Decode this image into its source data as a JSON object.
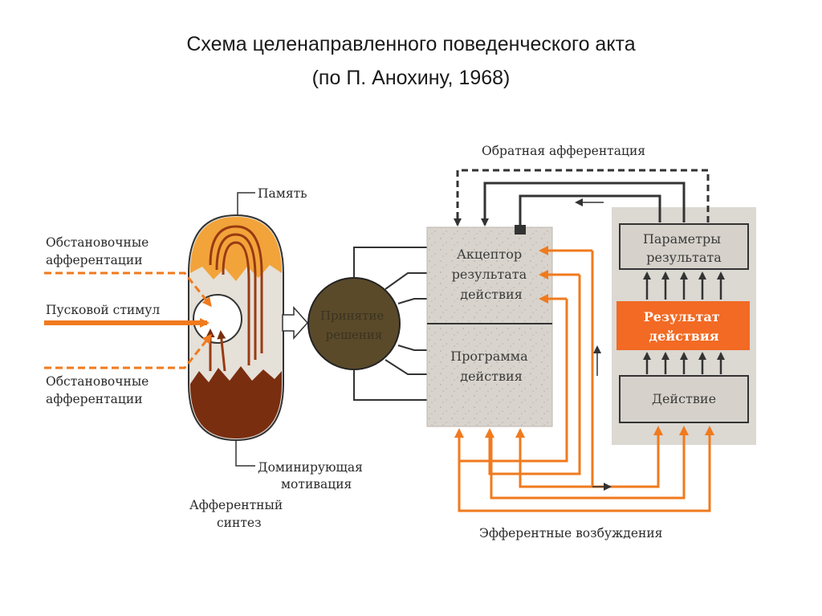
{
  "title": {
    "line1": "Схема целенаправленного поведенческого акта",
    "line2": "(по П. Анохину, 1968)"
  },
  "labels": {
    "memory": "Память",
    "env_afferent_top": [
      "Обстановочные",
      "афферентации"
    ],
    "trigger": "Пусковой стимул",
    "env_afferent_bottom": [
      "Обстановочные",
      "афферентации"
    ],
    "dominant_motivation": [
      "Доминирующая",
      "мотивация"
    ],
    "afferent_synthesis": [
      "Афферентный",
      "синтез"
    ],
    "decision": [
      "Принятие",
      "решения"
    ],
    "acceptor": [
      "Акцептор",
      "результата",
      "действия"
    ],
    "program": [
      "Программа",
      "действия"
    ],
    "feedback": "Обратная афферентация",
    "params": [
      "Параметры",
      "результата"
    ],
    "result": [
      "Результат",
      "действия"
    ],
    "action": "Действие",
    "efferent": "Эфферентные возбуждения"
  },
  "colors": {
    "orange": "#f07a1e",
    "brown": "#7a2e10",
    "dark": "#333333",
    "decision_fill": "#5a4a2a",
    "result_fill": "#f26a24",
    "memory_fill": "#f2a43a",
    "panel_fill": "#dcd8d2"
  }
}
